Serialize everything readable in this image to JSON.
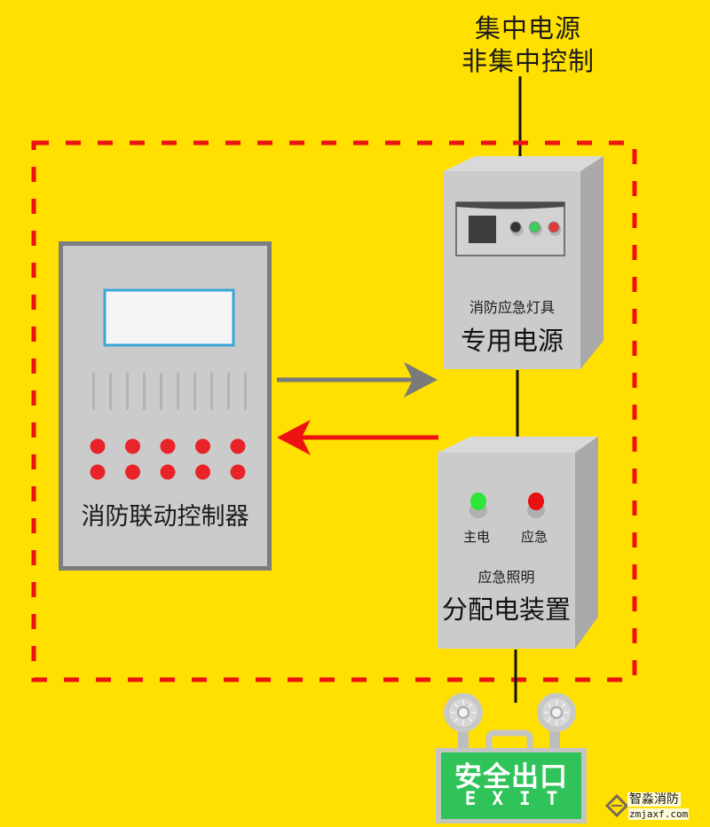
{
  "background_color": "#ffe000",
  "power_source_label": {
    "line1": "集中电源",
    "line2": "非集中控制"
  },
  "fire_linkage_controller": {
    "label": "消防联动控制器",
    "indicator_rows": 2,
    "indicator_cols": 5,
    "indicator_color": "#e8232a",
    "vent_slots": 10,
    "display_border_color": "#3aa6d8"
  },
  "dedicated_power_supply": {
    "subtitle": "消防应急灯具",
    "title": "专用电源",
    "panel_lights": [
      {
        "name": "dark",
        "color": "#333333"
      },
      {
        "name": "green",
        "color": "#3ad05a"
      },
      {
        "name": "red",
        "color": "#e23a3a"
      }
    ]
  },
  "distribution_device": {
    "subtitle": "应急照明",
    "title": "分配电装置",
    "indicators": [
      {
        "label": "主电",
        "color": "#2ee63a"
      },
      {
        "label": "应急",
        "color": "#e81010"
      }
    ]
  },
  "connections": {
    "controller_to_power": {
      "color": "#7a7a7a",
      "direction": "right"
    },
    "distribution_to_controller": {
      "color": "#ee1111",
      "direction": "left"
    }
  },
  "system_boundary": {
    "style": "dashed",
    "color": "#ee1111"
  },
  "exit_sign": {
    "cn": "安全出口",
    "en": "EXIT",
    "panel_color": "#2fc35a"
  },
  "watermark": {
    "name": "智淼消防",
    "url": "zmjaxf.com"
  }
}
